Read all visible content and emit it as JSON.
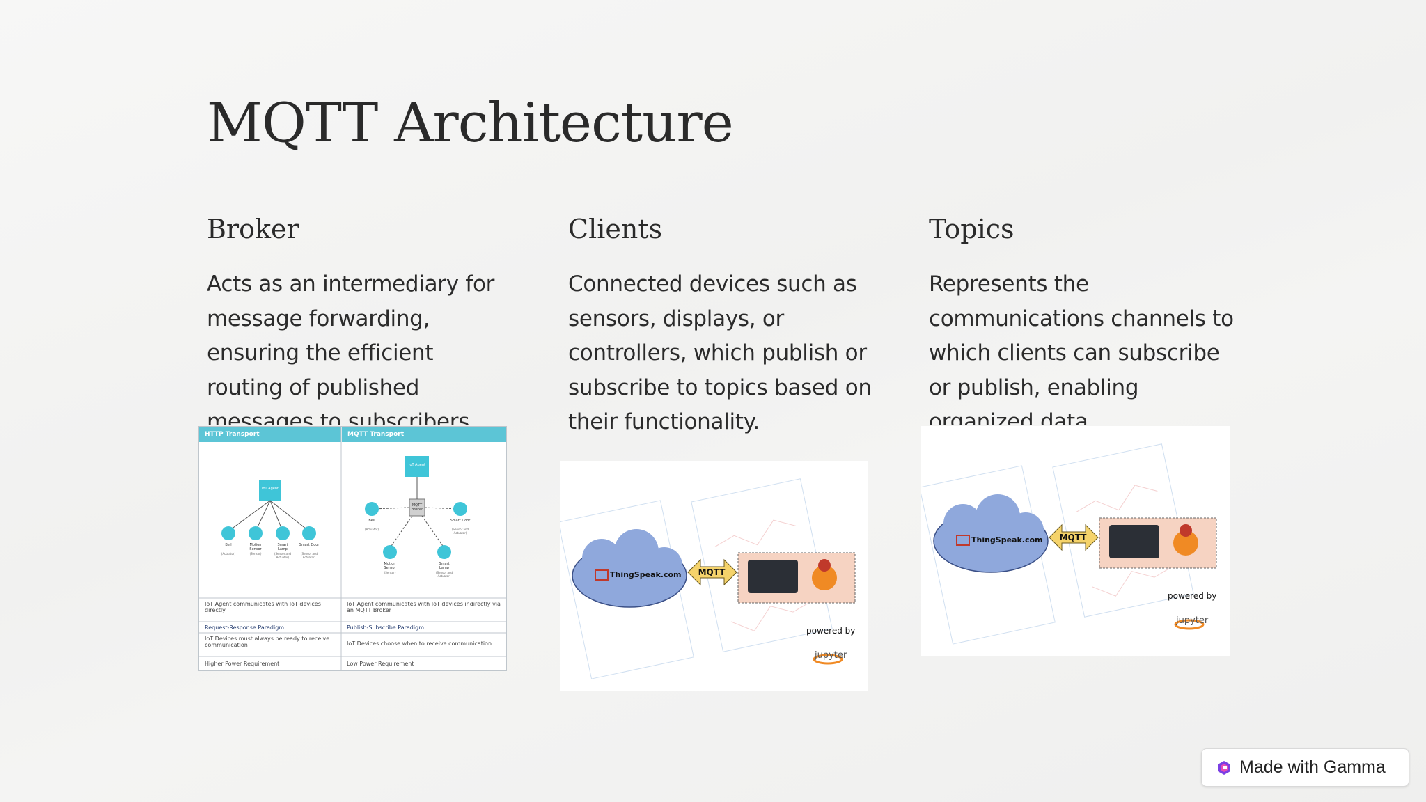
{
  "slide": {
    "title": "MQTT Architecture"
  },
  "columns": [
    {
      "heading": "Broker",
      "body": "Acts as an intermediary for message forwarding, ensuring the efficient routing of published messages to subscribers."
    },
    {
      "heading": "Clients",
      "body": "Connected devices such as sensors, displays, or controllers, which publish or subscribe to topics based on their functionality."
    },
    {
      "heading": "Topics",
      "body": "Represents the communications channels to which clients can subscribe or publish, enabling organized data"
    }
  ],
  "diagram": {
    "left_header": "HTTP Transport",
    "right_header": "MQTT Transport",
    "left_center": "IoT Agent",
    "right_center_top": "IoT Agent",
    "right_broker": "MQTT Broker",
    "left_devices": [
      "Bell",
      "Motion Sensor",
      "Smart Lamp",
      "Smart Door"
    ],
    "left_device_types": [
      "(Actuator)",
      "(Sensor)",
      "(Sensor and Actuator)",
      "(Sensor and Actuator)"
    ],
    "right_devices": [
      "Bell",
      "Smart Door",
      "Motion Sensor",
      "Smart Lamp"
    ],
    "right_device_types": [
      "(Actuator)",
      "(Sensor and Actuator)",
      "(Sensor)",
      "(Sensor and Actuator)"
    ],
    "rows": [
      [
        "IoT Agent communicates with IoT devices directly",
        "IoT Agent communicates with IoT devices indirectly via an MQTT Broker"
      ],
      [
        "Request-Response Paradigm",
        "Publish-Subscribe Paradigm"
      ],
      [
        "IoT Devices must always be ready to receive communication",
        "IoT Devices choose when to receive communication"
      ],
      [
        "Higher Power Requirement",
        "Low Power Requirement"
      ]
    ]
  },
  "thingspeak_image": {
    "cloud_label": "ThingSpeak.com",
    "arrow_label": "MQTT",
    "powered_by": "powered by",
    "jupyter_label": "jupyter"
  },
  "badge": {
    "label": "Made with Gamma"
  },
  "colors": {
    "accent_teal": "#5cc5d6",
    "cloud_fill": "#8fa8dc",
    "arrow_fill": "#f5d36b",
    "gamma_icon": "#7b3fe4"
  }
}
